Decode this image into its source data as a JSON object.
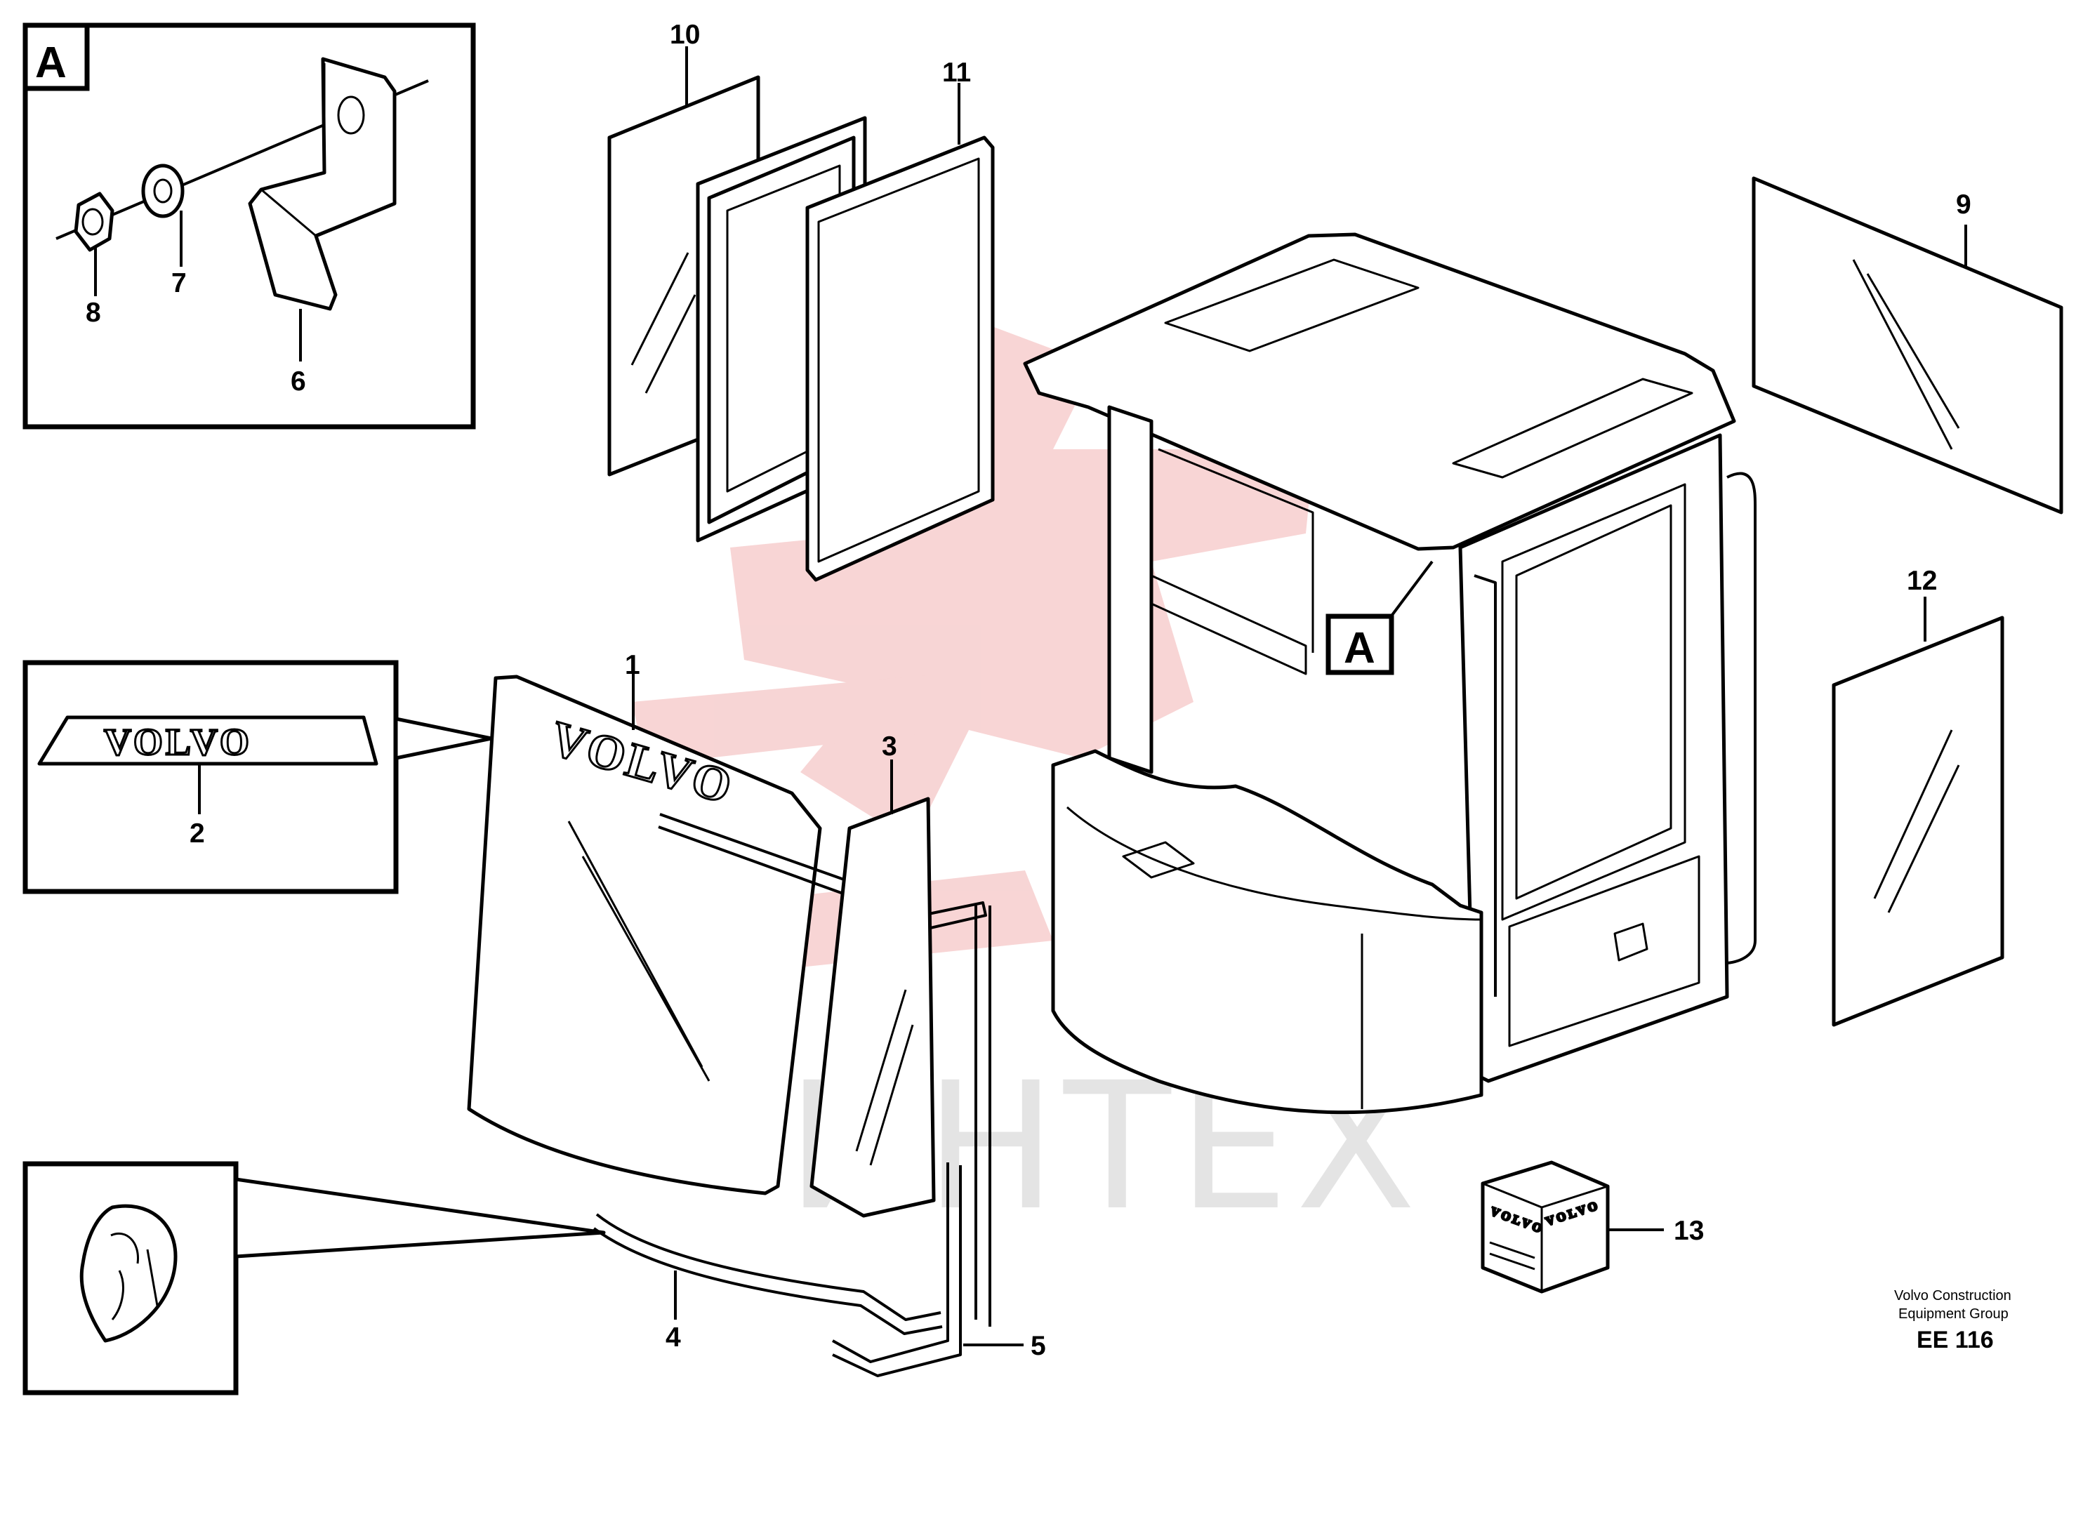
{
  "diagram": {
    "callouts": [
      "1",
      "2",
      "3",
      "4",
      "5",
      "6",
      "7",
      "8",
      "9",
      "10",
      "11",
      "12",
      "13"
    ],
    "detail_box_letter": "A",
    "cab_marker_letter": "A",
    "decal_logo_text": "VOLVO",
    "windshield_logo_text": "VOLVO",
    "kit_box_logo_text": "VOLVO",
    "watermark_text": "ИНТЕХ",
    "credit_line_1": "Volvo Construction",
    "credit_line_2": "Equipment Group",
    "drawing_code": "EE 116",
    "colors": {
      "line": "#000000",
      "watermark_logo": "#f2b3b3",
      "watermark_text": "#cfcfcf"
    }
  }
}
